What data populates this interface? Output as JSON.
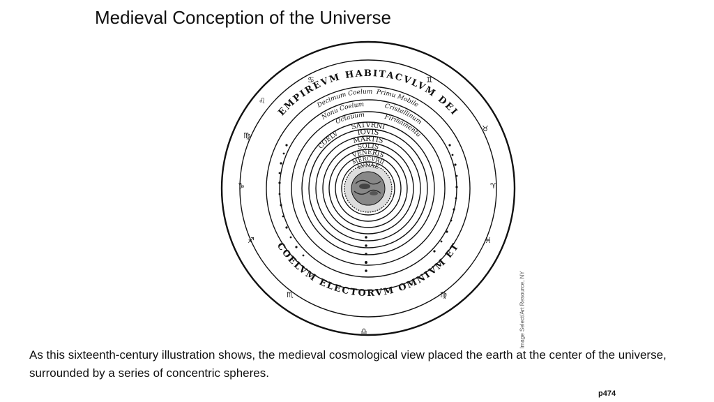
{
  "slide": {
    "title": "Medieval Conception of the Universe",
    "caption": "As this sixteenth-century illustration shows, the medieval cosmological view placed the earth at the center of the universe, surrounded by a series of concentric spheres.",
    "page_number": "p474",
    "image_credit": "Image Select/Art Resource, NY"
  },
  "illustration": {
    "outer_words": [
      "EMPIREVM",
      "HABITACVLVM",
      "DEI",
      "ET",
      "OMNIVM",
      "ELECTORVM",
      "COELVM"
    ],
    "sphere_labels": [
      "Decimum Coelum",
      "Primu Mobile",
      "Nonu Coelum",
      "Cristallinum",
      "Octauum",
      "Firmamentu",
      "COELV",
      "SATVRNI",
      "IOVIS",
      "MARTIS",
      "SOLIS",
      "VENERIS",
      "MERCVRII",
      "LVNAE"
    ]
  }
}
